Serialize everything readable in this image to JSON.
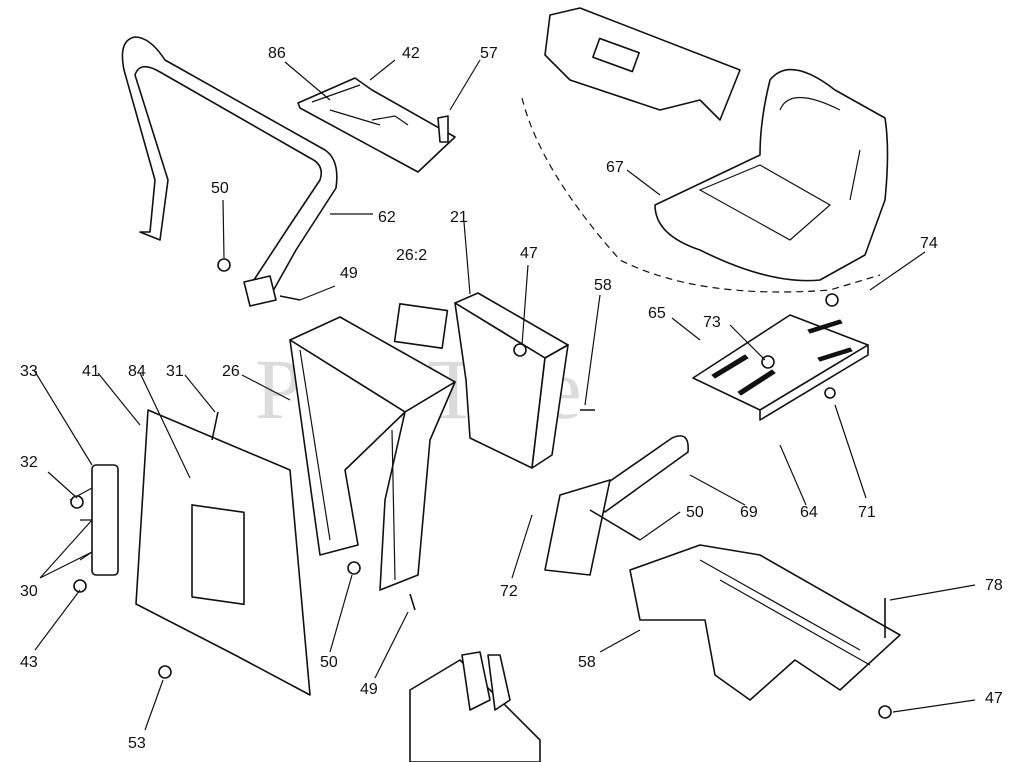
{
  "watermark": "PartsTree",
  "callouts": [
    {
      "id": "86",
      "label": "86"
    },
    {
      "id": "42",
      "label": "42"
    },
    {
      "id": "57",
      "label": "57"
    },
    {
      "id": "50a",
      "label": "50"
    },
    {
      "id": "62",
      "label": "62"
    },
    {
      "id": "49a",
      "label": "49"
    },
    {
      "id": "21",
      "label": "21"
    },
    {
      "id": "26-2",
      "label": "26:2"
    },
    {
      "id": "47a",
      "label": "47"
    },
    {
      "id": "58a",
      "label": "58"
    },
    {
      "id": "67",
      "label": "67"
    },
    {
      "id": "74",
      "label": "74"
    },
    {
      "id": "65",
      "label": "65"
    },
    {
      "id": "73",
      "label": "73"
    },
    {
      "id": "33",
      "label": "33"
    },
    {
      "id": "41",
      "label": "41"
    },
    {
      "id": "84",
      "label": "84"
    },
    {
      "id": "31",
      "label": "31"
    },
    {
      "id": "26",
      "label": "26"
    },
    {
      "id": "32",
      "label": "32"
    },
    {
      "id": "30",
      "label": "30"
    },
    {
      "id": "50b",
      "label": "50"
    },
    {
      "id": "69",
      "label": "69"
    },
    {
      "id": "64",
      "label": "64"
    },
    {
      "id": "71",
      "label": "71"
    },
    {
      "id": "72",
      "label": "72"
    },
    {
      "id": "78",
      "label": "78"
    },
    {
      "id": "58b",
      "label": "58"
    },
    {
      "id": "43",
      "label": "43"
    },
    {
      "id": "50c",
      "label": "50"
    },
    {
      "id": "49b",
      "label": "49"
    },
    {
      "id": "53",
      "label": "53"
    },
    {
      "id": "47b",
      "label": "47"
    }
  ]
}
